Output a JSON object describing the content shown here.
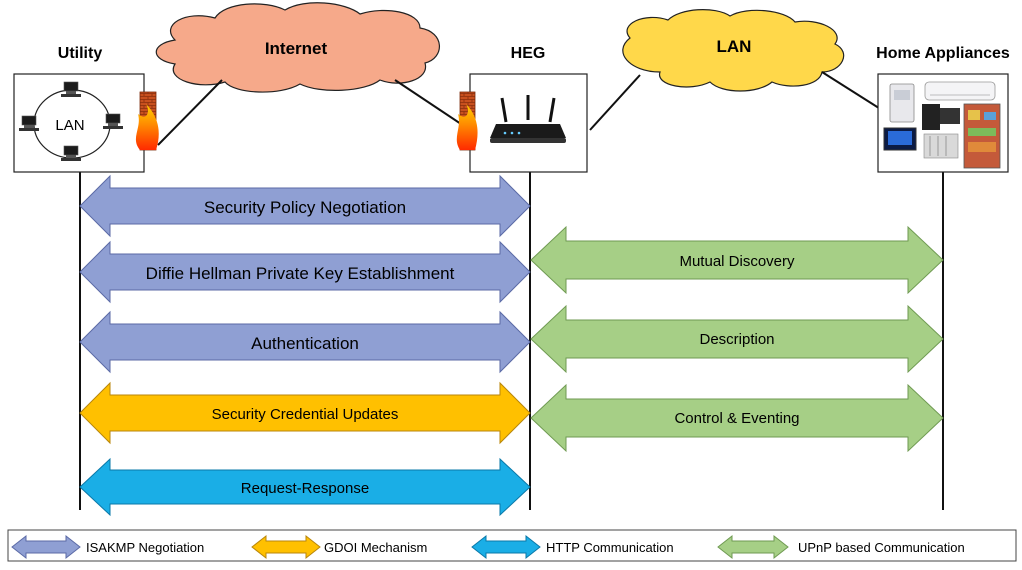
{
  "nodes": {
    "utility": "Utility",
    "heg": "HEG",
    "home_appliances": "Home Appliances"
  },
  "clouds": {
    "internet": "Internet",
    "lan": "LAN"
  },
  "utility_lan_label": "LAN",
  "arrows": {
    "security_policy": "Security Policy Negotiation",
    "diffie_hellman": "Diffie Hellman Private Key Establishment",
    "authentication": "Authentication",
    "credential_updates": "Security Credential Updates",
    "request_response": "Request-Response",
    "mutual_discovery": "Mutual Discovery",
    "description": "Description",
    "control_eventing": "Control & Eventing"
  },
  "legend": {
    "isakmp": "ISAKMP Negotiation",
    "gdoi": "GDOI Mechanism",
    "http": "HTTP Communication",
    "upnp": "UPnP based Communication"
  },
  "colors": {
    "isakmp": "#8f9fd3",
    "gdoi": "#ffc000",
    "http": "#1aaee6",
    "upnp": "#a6cf86",
    "internet_cloud": "#f6a98a",
    "lan_cloud": "#ffd84a"
  }
}
